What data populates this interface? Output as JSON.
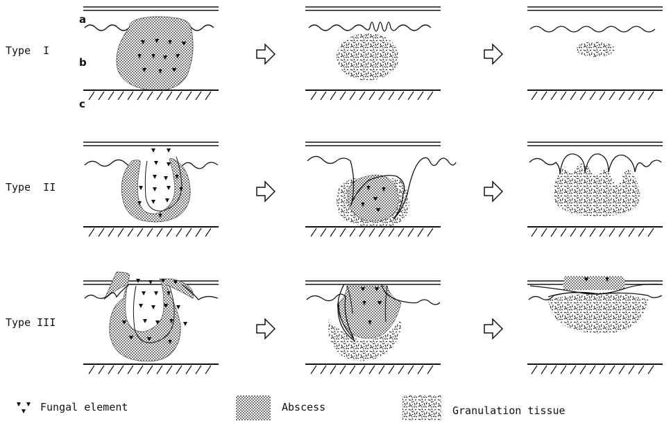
{
  "rows": [
    {
      "label": "Type  I"
    },
    {
      "label": "Type  II"
    },
    {
      "label": "Type III"
    }
  ],
  "layer_labels": {
    "a": "a",
    "b": "b",
    "c": "c"
  },
  "legend": {
    "fungal": "Fungal element",
    "abscess": "Abscess",
    "granulation": "Granulation tissue"
  },
  "colors": {
    "ink": "#111111",
    "paper": "#ffffff"
  }
}
